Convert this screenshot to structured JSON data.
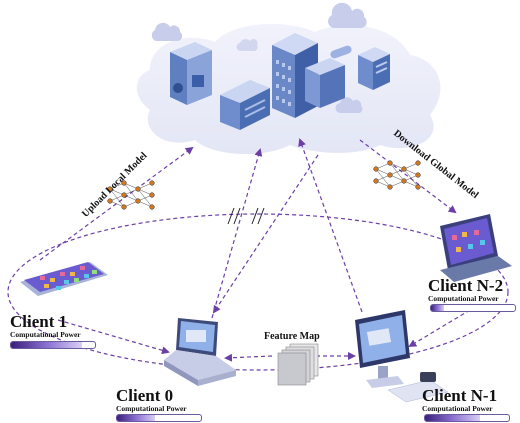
{
  "labels": {
    "upload": "Upload Local Model",
    "download": "Download Global Model",
    "feature_map": "Feature Map"
  },
  "clients": [
    {
      "name": "Client 1",
      "power_label": "Computational Power",
      "power_level": 0.85
    },
    {
      "name": "Client 0",
      "power_label": "Computational Power",
      "power_level": 0.45
    },
    {
      "name": "Client N-2",
      "power_label": "Computational Power",
      "power_level": 0.15
    },
    {
      "name": "Client N-1",
      "power_label": "Computational Power",
      "power_level": 0.65
    }
  ],
  "colors": {
    "arrow": "#6b3fa6",
    "cloud": "#e8eaf7",
    "server_dark": "#5f7fc0",
    "server_light": "#a9bde6"
  }
}
